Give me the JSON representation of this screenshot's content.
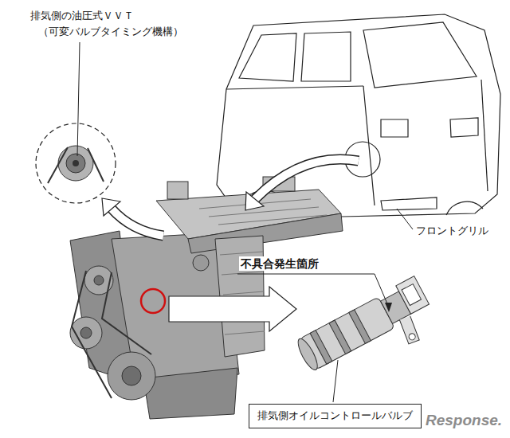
{
  "diagram": {
    "nodes": [
      {
        "text": [
          "排気側オイルコントロールバルブ"
        ]
      }
    ],
    "labels": [
      "排気側の油圧式ＶＶＴ",
      "（可変バルブタイミング機構）",
      "フロントグリル",
      "不具合発生箇所",
      "Response."
    ]
  }
}
